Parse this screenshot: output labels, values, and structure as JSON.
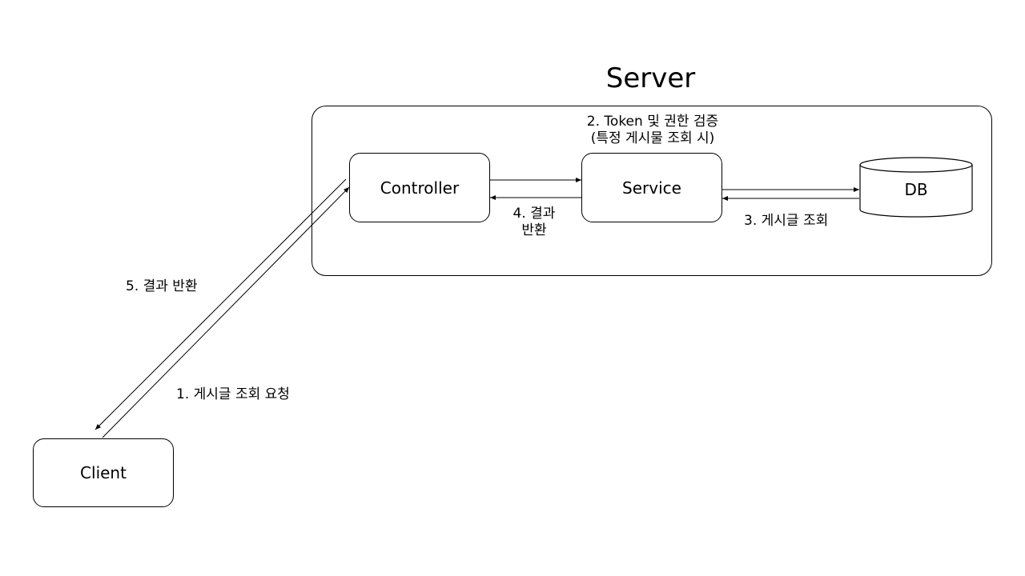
{
  "diagram": {
    "title": "Server",
    "nodes": {
      "controller": "Controller",
      "service": "Service",
      "db": "DB",
      "client": "Client"
    },
    "labels": {
      "step1": "1. 게시글 조회 요청",
      "step2_line1": "2. Token 및 권한 검증",
      "step2_line2": "(특정 게시물 조회 시)",
      "step3": "3. 게시글 조회",
      "step4_line1": "4. 결과",
      "step4_line2": "반환",
      "step5": "5. 결과 반환"
    }
  }
}
